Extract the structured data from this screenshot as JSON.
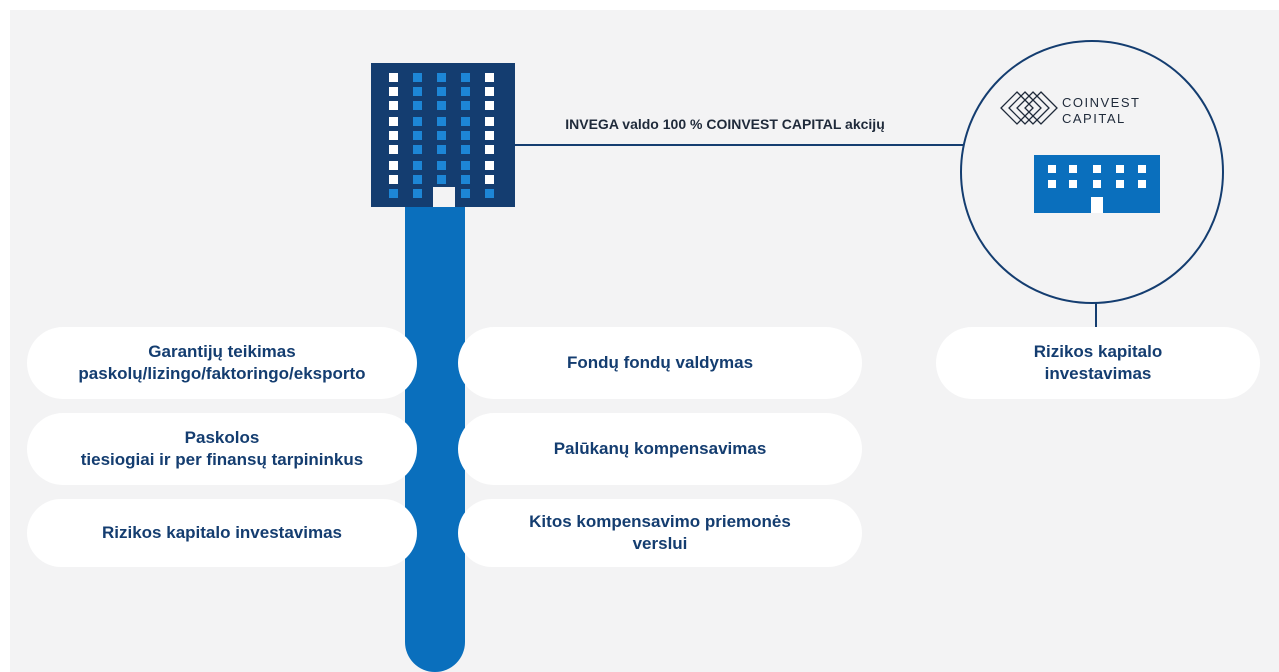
{
  "connector_label": "INVEGA valdo 100 % COINVEST CAPITAL akcijų",
  "coinvest": {
    "line1": "COINVEST",
    "line2": "CAPITAL"
  },
  "left_services": [
    {
      "lines": [
        "Garantijų teikimas",
        "paskolų/lizingo/faktoringo/eksporto"
      ]
    },
    {
      "lines": [
        "Paskolos",
        "tiesiogiai ir per finansų tarpininkus"
      ]
    },
    {
      "lines": [
        "Rizikos kapitalo investavimas"
      ]
    }
  ],
  "right_services": [
    {
      "lines": [
        "Fondų fondų valdymas"
      ]
    },
    {
      "lines": [
        "Palūkanų kompensavimas"
      ]
    },
    {
      "lines": [
        "Kitos kompensavimo priemonės",
        "verslui"
      ]
    }
  ],
  "coinvest_service": {
    "lines": [
      "Rizikos kapitalo",
      "investavimas"
    ]
  },
  "colors": {
    "dark_blue": "#143d70",
    "mid_blue": "#0a6fbd",
    "window_white": "#ffffff",
    "window_light": "#1d86d6",
    "background": "#f3f3f4",
    "pill": "#ffffff"
  },
  "icons": [
    "invega-building-icon",
    "coinvest-logo-icon",
    "coinvest-building-icon"
  ]
}
